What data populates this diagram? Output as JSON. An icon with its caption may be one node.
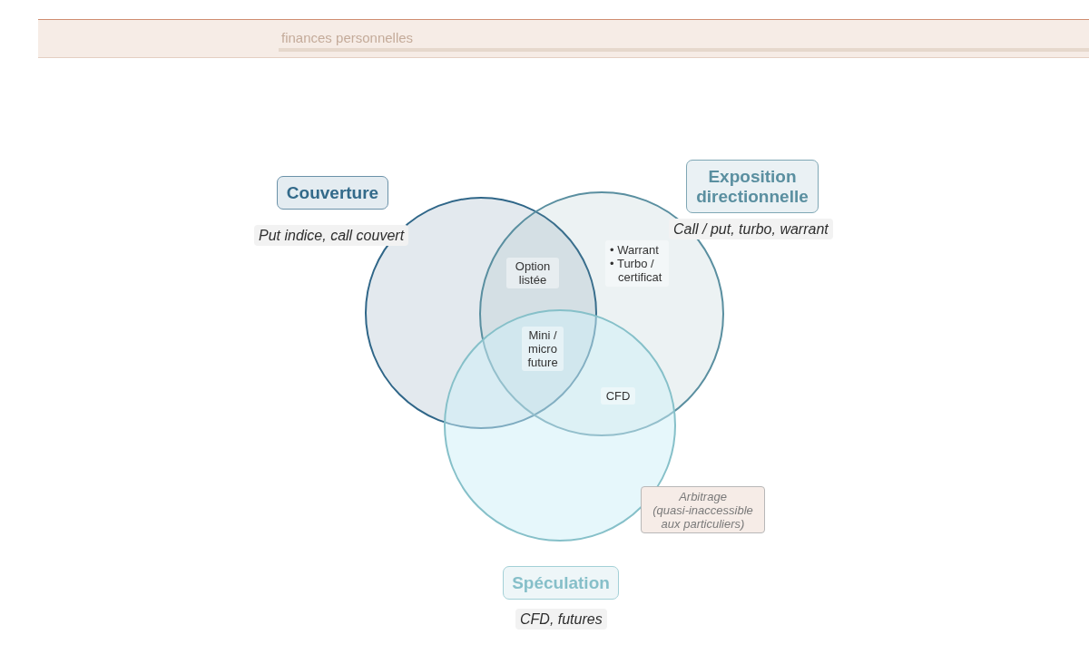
{
  "diagram": {
    "nodes": [
      {
        "text": [
          "Couverture"
        ],
        "beside": [
          "Put indice, call couvert"
        ]
      },
      {
        "text": [
          "Exposition directionnelle"
        ],
        "beside": [
          "Call / put, turbo, warrant"
        ]
      },
      {
        "text": [
          "Spéculation"
        ],
        "beside": [
          "CFD, futures"
        ]
      },
      {
        "text": [
          "Arbitrage (quasi-inaccessible aux particuliers)"
        ]
      }
    ],
    "labels": [
      "finances personnelles",
      "Option listée",
      "• Warrant",
      "• Turbo / certificat",
      "Mini / micro future",
      "CFD"
    ]
  }
}
